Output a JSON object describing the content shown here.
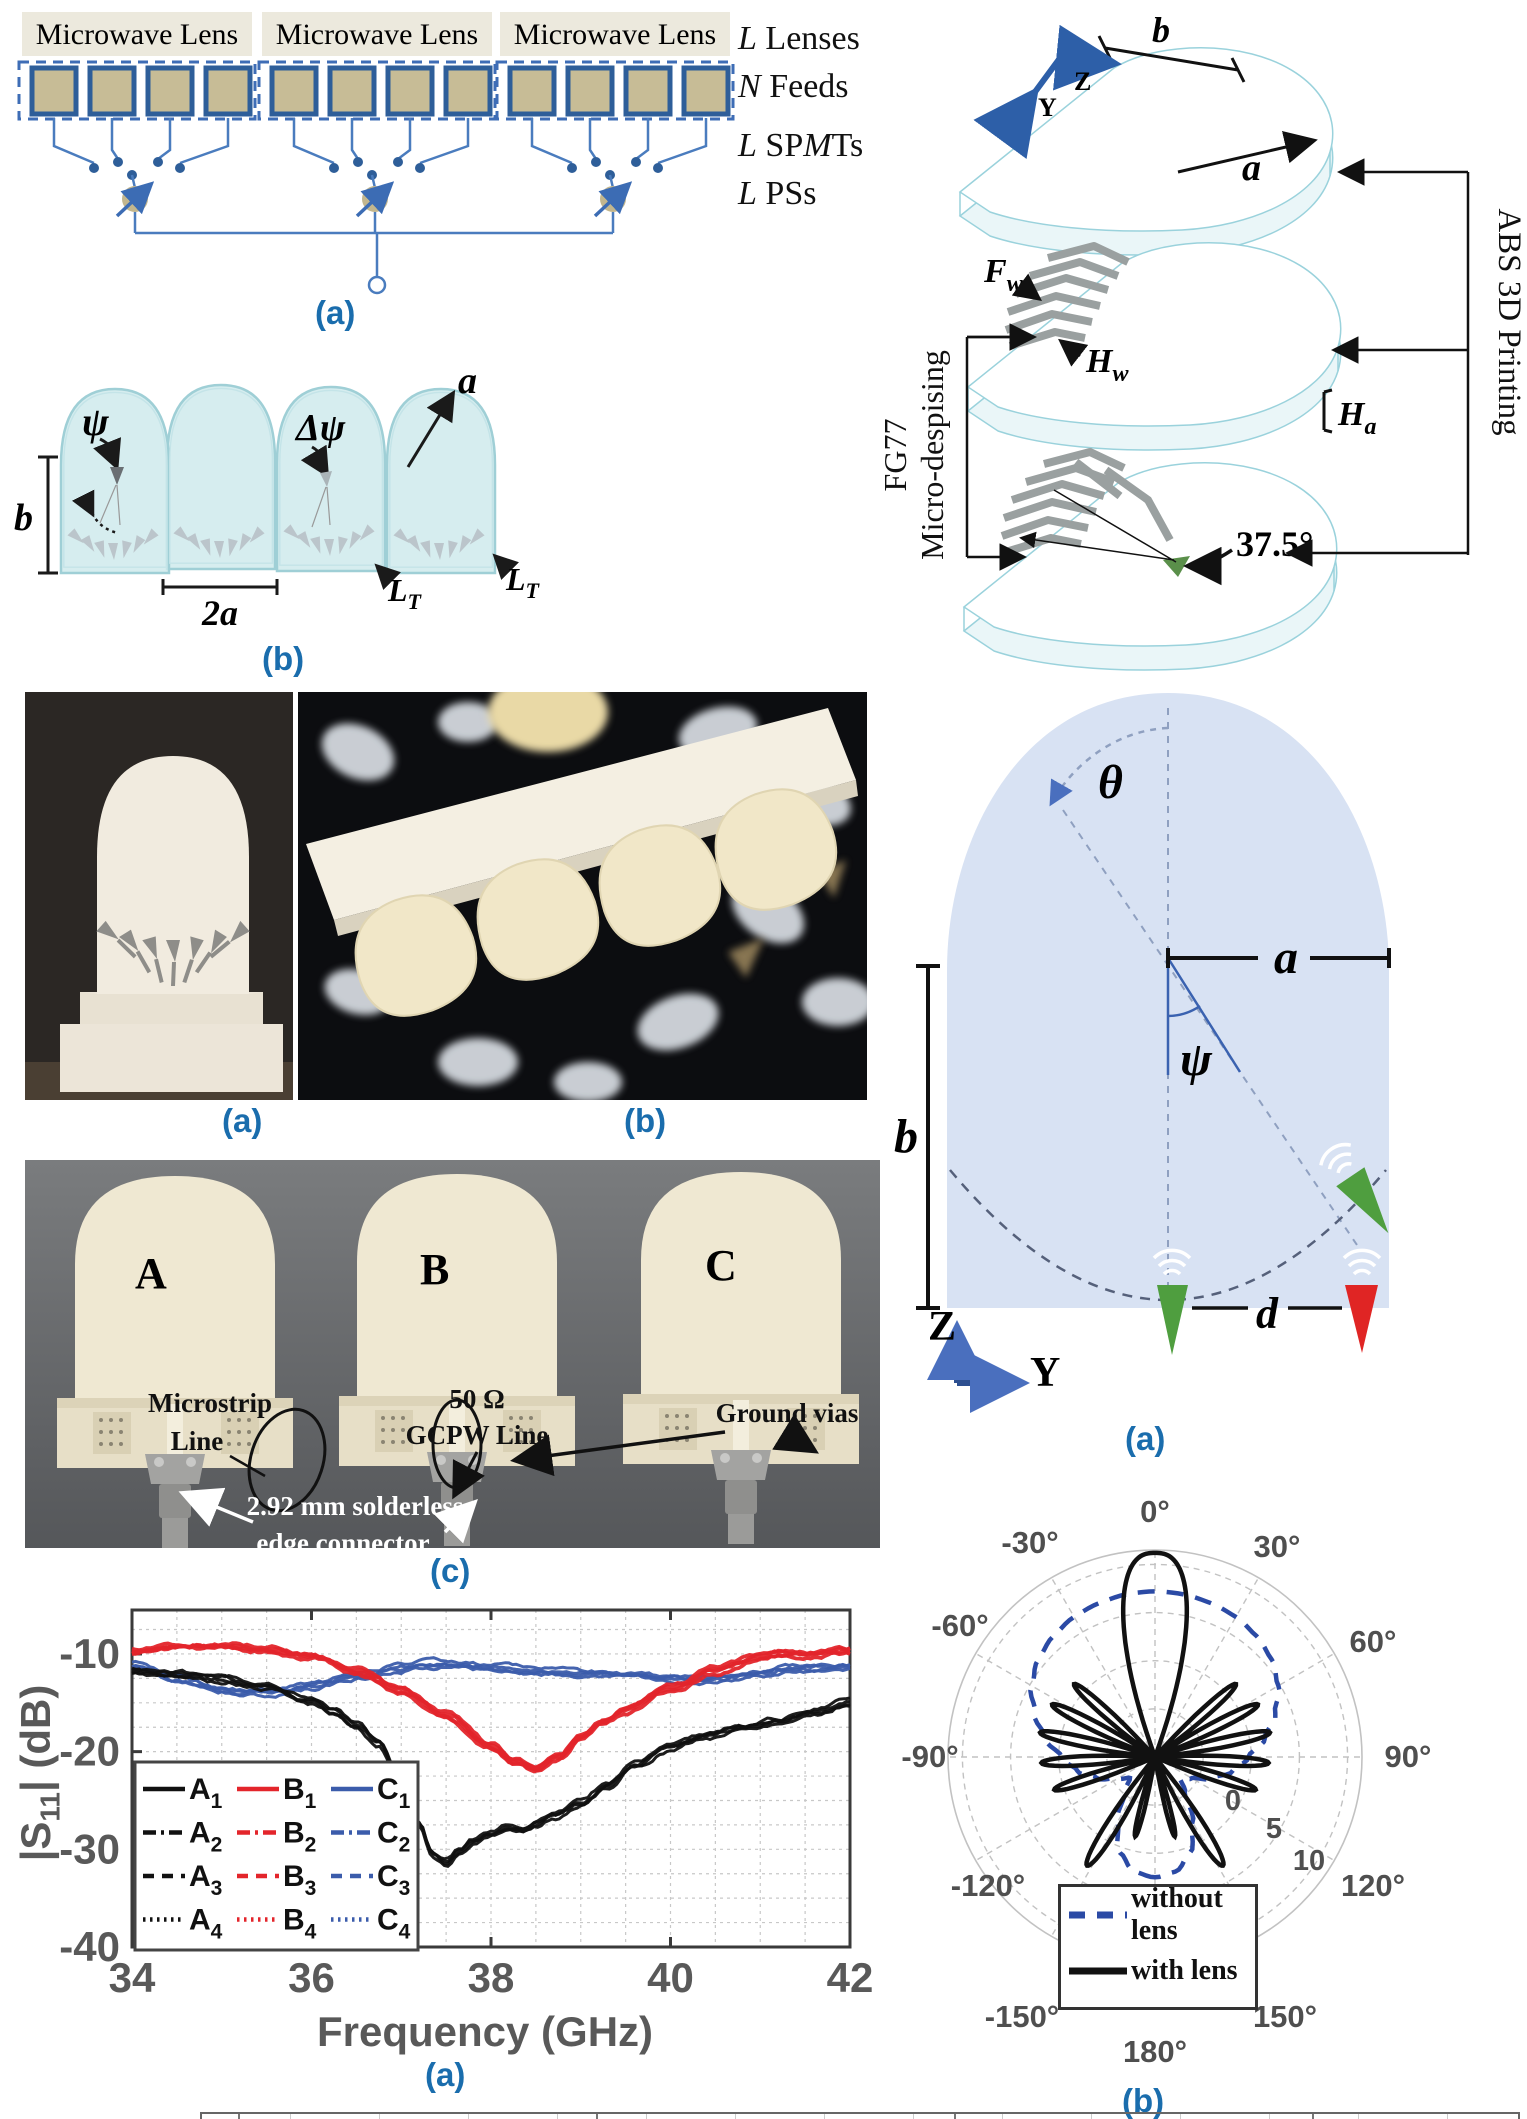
{
  "palette": {
    "caption_blue": "#1a6dad",
    "wire_blue": "#4a7cbe",
    "dark_blue": "#2e5e99",
    "feed_tan": "#c7bc96",
    "label_bg": "#ece9dd",
    "axis_gray": "#595959",
    "red": "#e3252b",
    "legend_blue": "#3b5cab",
    "polar_blue": "#2b4aa5",
    "lens_fill": "#d8e2f3",
    "dome_stroke": "#9fcfd6",
    "green": "#4f9e3f",
    "marker_red": "#e02524"
  },
  "fig_feed_network": {
    "lens_labels": [
      "Microwave Lens",
      "Microwave Lens",
      "Microwave Lens"
    ],
    "side_labels": [
      {
        "p1": "L",
        "p2": " Lenses",
        "p3": "",
        "p4": ""
      },
      {
        "p1": "N",
        "p2": " Feeds",
        "p3": "",
        "p4": ""
      },
      {
        "p1": "L",
        "p2": " SP",
        "p3": "M",
        "p4": "Ts"
      },
      {
        "p1": "L",
        "p2": " PSs",
        "p3": "",
        "p4": ""
      }
    ],
    "caption": "(a)"
  },
  "fig_lens3d": {
    "b": "b",
    "a": "a",
    "z": "Z",
    "y": "Y",
    "fw_main": "F",
    "fw_sub": "w",
    "hw_main": "H",
    "hw_sub": "w",
    "ha_main": "H",
    "ha_sub": "a",
    "angle": "37.5°",
    "left_note_1": "FG77",
    "left_note_2": "Micro-despising",
    "right_note": "ABS 3D Printing"
  },
  "fig_lens_array": {
    "psi": "ψ",
    "dpsi": "Δψ",
    "a": "a",
    "b": "b",
    "two_a": "2a",
    "lt_main": "L",
    "lt_sub": "T",
    "caption": "(b)"
  },
  "photo_single_lens": {
    "caption": "(a)"
  },
  "photo_lens_row": {
    "caption": "(b)"
  },
  "photo_antennas": {
    "caption": "(c)",
    "items": [
      "A",
      "B",
      "C"
    ],
    "microstrip_1": "Microstrip",
    "microstrip_2": "Line",
    "gcpw_1": "50 Ω",
    "gcpw_2": "GCPW Line",
    "vias": "Ground vias",
    "connector_1": "2.92 mm solderless",
    "connector_2": "edge connector"
  },
  "s11_caption": "(a)",
  "polar_caption": "(b)",
  "chart_data": [
    {
      "type": "line",
      "title": "",
      "xlabel": "Frequency (GHz)",
      "ylabel_pre": "|S",
      "ylabel_sub": "11",
      "ylabel_post": "| (dB)",
      "xlim": [
        34,
        42
      ],
      "ylim": [
        -40,
        -5.5
      ],
      "xticks": [
        34,
        36,
        38,
        40,
        42
      ],
      "yticks": [
        -10,
        -20,
        -30,
        -40
      ],
      "grid": "dashed, 0.5 GHz x 2.5 dB minor",
      "traces_per_series": 4,
      "legend": {
        "cols": [
          {
            "label": "A",
            "color": "#111111"
          },
          {
            "label": "B",
            "color": "#e3252b"
          },
          {
            "label": "C",
            "color": "#3b5cab"
          }
        ],
        "rows": [
          {
            "sub": "1",
            "dash": "solid"
          },
          {
            "sub": "2",
            "dash": "dashdot"
          },
          {
            "sub": "3",
            "dash": "dash"
          },
          {
            "sub": "4",
            "dash": "dot"
          }
        ]
      },
      "series": [
        {
          "name": "A",
          "color": "#111111",
          "x": [
            34,
            34.5,
            35,
            35.5,
            36,
            36.25,
            36.5,
            36.75,
            37,
            37.2,
            37.35,
            37.5,
            37.65,
            37.8,
            38,
            38.2,
            38.35,
            38.5,
            38.7,
            39,
            39.3,
            39.6,
            40,
            40.4,
            40.8,
            41.2,
            41.6,
            42
          ],
          "y": [
            -11.8,
            -12.1,
            -12.6,
            -13.4,
            -14.9,
            -15.9,
            -17.3,
            -19.2,
            -23.5,
            -27.5,
            -30.5,
            -31.3,
            -30.2,
            -29.2,
            -28.4,
            -27.6,
            -27.9,
            -27.4,
            -26.6,
            -25.3,
            -23.4,
            -21.3,
            -19.6,
            -18.4,
            -17.5,
            -16.8,
            -15.9,
            -14.9
          ]
        },
        {
          "name": "B",
          "color": "#e3252b",
          "x": [
            34,
            34.5,
            35,
            35.5,
            36,
            36.5,
            37,
            37.5,
            38,
            38.25,
            38.5,
            38.75,
            39,
            39.25,
            39.5,
            40,
            40.5,
            41,
            41.25,
            41.5,
            42
          ],
          "y": [
            -9.8,
            -9.3,
            -9.2,
            -9.5,
            -10.3,
            -11.8,
            -13.8,
            -16.3,
            -19.4,
            -20.9,
            -21.8,
            -20.7,
            -18.6,
            -17.0,
            -15.7,
            -13.5,
            -11.7,
            -10.3,
            -10.0,
            -10.1,
            -9.7
          ]
        },
        {
          "name": "C",
          "color": "#3b5cab",
          "x": [
            34,
            34.5,
            35,
            35.25,
            35.5,
            36,
            36.5,
            37,
            37.25,
            37.5,
            38,
            38.5,
            39,
            39.5,
            40,
            40.3,
            40.6,
            41,
            41.25,
            41.5,
            42
          ],
          "y": [
            -11.2,
            -12.5,
            -13.6,
            -13.9,
            -13.9,
            -13.3,
            -12.3,
            -11.4,
            -11.1,
            -11.1,
            -11.4,
            -11.8,
            -12.0,
            -12.2,
            -12.5,
            -12.7,
            -12.5,
            -11.9,
            -11.5,
            -11.5,
            -11.4
          ]
        }
      ]
    },
    {
      "type": "polar",
      "title": "",
      "rlim": [
        -10,
        11.5
      ],
      "rticks": [
        0,
        5,
        10
      ],
      "angle_labels": [
        [
          "0°",
          255,
          32
        ],
        [
          "30°",
          377,
          67
        ],
        [
          "60°",
          473,
          162
        ],
        [
          "90°",
          508,
          277
        ],
        [
          "120°",
          473,
          406
        ],
        [
          "150°",
          385,
          537
        ],
        [
          "180°",
          255,
          572
        ],
        [
          "-150°",
          122,
          537
        ],
        [
          "-120°",
          88,
          406
        ],
        [
          "-90°",
          30,
          277
        ],
        [
          "-60°",
          60,
          146
        ],
        [
          "-30°",
          130,
          63
        ]
      ],
      "rtick_labels": [
        [
          "0",
          333,
          330
        ],
        [
          "5",
          374,
          358
        ],
        [
          "10",
          409,
          390
        ]
      ],
      "legend": [
        {
          "label": "without lens",
          "style": "dashed",
          "color": "#2b4aa5"
        },
        {
          "label": "with lens",
          "style": "solid",
          "color": "#111111"
        }
      ],
      "series": [
        {
          "name": "without lens",
          "color": "#2b4aa5",
          "style": "dashed",
          "symmetric": true,
          "keypoints": [
            [
              0,
              7.2
            ],
            [
              10,
              7.15
            ],
            [
              20,
              7.0
            ],
            [
              30,
              6.8
            ],
            [
              40,
              6.4
            ],
            [
              50,
              5.8
            ],
            [
              60,
              4.8
            ],
            [
              70,
              3.3
            ],
            [
              80,
              1.6
            ],
            [
              90,
              -0.3
            ],
            [
              100,
              -1.8
            ],
            [
              110,
              -3.6
            ],
            [
              120,
              -5.6
            ],
            [
              130,
              -6.6
            ],
            [
              140,
              -5.2
            ],
            [
              150,
              -2.2
            ],
            [
              160,
              0.6
            ],
            [
              170,
              2.1
            ],
            [
              180,
              2.5
            ]
          ]
        },
        {
          "name": "with lens",
          "color": "#111111",
          "style": "solid",
          "floor_db": -10,
          "lobes": [
            {
              "d": 0,
              "p": 11.2,
              "w": 20,
              "e": 2.7
            },
            {
              "d": 48,
              "p": 1.3,
              "w": 8,
              "e": 2
            },
            {
              "d": -48,
              "p": 1.3,
              "w": 8,
              "e": 2
            },
            {
              "d": 63,
              "p": 2.0,
              "w": 8,
              "e": 2
            },
            {
              "d": -63,
              "p": 2.0,
              "w": 8,
              "e": 2
            },
            {
              "d": 78,
              "p": 2.2,
              "w": 8,
              "e": 2
            },
            {
              "d": -78,
              "p": 2.2,
              "w": 8,
              "e": 2
            },
            {
              "d": 93,
              "p": 1.8,
              "w": 8,
              "e": 2
            },
            {
              "d": -93,
              "p": 1.8,
              "w": 8,
              "e": 2
            },
            {
              "d": 108,
              "p": 1.0,
              "w": 8,
              "e": 2
            },
            {
              "d": -108,
              "p": 1.0,
              "w": 8,
              "e": 2
            },
            {
              "d": 148,
              "p": 3.3,
              "w": 9,
              "e": 2
            },
            {
              "d": -148,
              "p": 3.3,
              "w": 9,
              "e": 2
            },
            {
              "d": 166,
              "p": -1.5,
              "w": 7,
              "e": 2
            },
            {
              "d": -166,
              "p": -1.5,
              "w": 7,
              "e": 2
            }
          ]
        }
      ]
    }
  ]
}
